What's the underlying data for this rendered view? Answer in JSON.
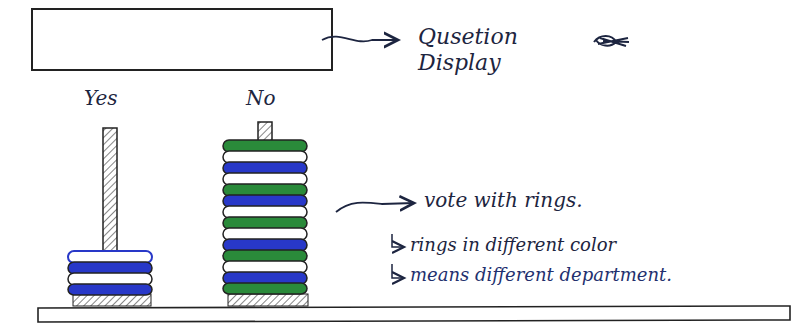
{
  "diagram": {
    "labels": [
      "Qusetion Display",
      "Yes",
      "No",
      "vote with rings.",
      "rings in different color",
      "means different department."
    ]
  }
}
